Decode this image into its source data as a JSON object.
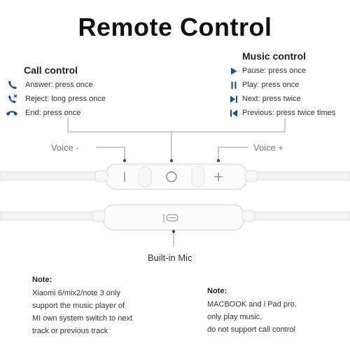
{
  "title": "Remote Control",
  "call_control": {
    "heading": "Call control",
    "items": [
      {
        "icon": "phone-answer-icon",
        "label": "Answer: press once"
      },
      {
        "icon": "phone-reject-icon",
        "label": "Reject: long press once"
      },
      {
        "icon": "phone-end-icon",
        "label": "End: press once"
      }
    ]
  },
  "music_control": {
    "heading": "Music control",
    "items": [
      {
        "icon": "play-triangle-icon",
        "label": "Pause: press once"
      },
      {
        "icon": "pause-bars-icon",
        "label": "Play: press once"
      },
      {
        "icon": "next-track-icon",
        "label": "Next: press twice"
      },
      {
        "icon": "previous-track-icon",
        "label": "Previous: press twice times"
      }
    ]
  },
  "remote": {
    "voice_minus": "Voice -",
    "voice_plus": "Voice +",
    "mic_label": "Built-in Mic"
  },
  "colors": {
    "accent_blue": "#1a4f8c",
    "connector_line": "#9a9a9a",
    "cable": "#f2f2f2"
  },
  "note_left": {
    "heading": "Note:",
    "lines": [
      "Xiaomi 6/mix2/note 3 only",
      "support the music player of",
      "MI own system switch to next",
      "track or previous track"
    ]
  },
  "note_right": {
    "heading": "Note:",
    "lines": [
      "MACBOOK and i Pad pro,",
      "only play music,",
      "do not support call control"
    ]
  }
}
